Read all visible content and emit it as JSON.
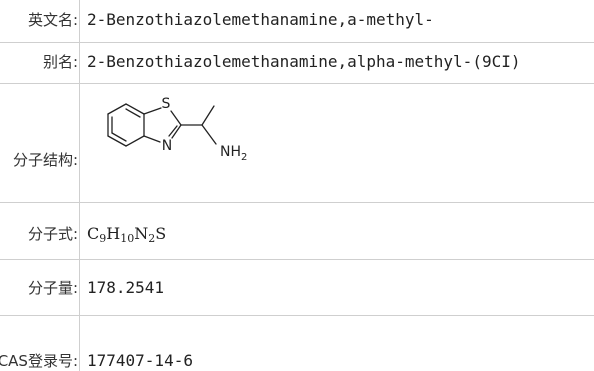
{
  "rows": [
    {
      "label": "英文名:",
      "value": "2-Benzothiazolemethanamine,a-methyl-"
    },
    {
      "label": "别名:",
      "value": "2-Benzothiazolemethanamine,alpha-methyl-(9CI)"
    },
    {
      "label": "分子结构:"
    },
    {
      "label": "分子式:"
    },
    {
      "label": "分子量:",
      "value": "178.2541"
    },
    {
      "label": "CAS登录号:",
      "value": "177407-14-6"
    }
  ],
  "formula": {
    "c": "C",
    "c_n": "9",
    "h": "H",
    "h_n": "10",
    "n": "N",
    "n_n": "2",
    "s": "S"
  },
  "structure": {
    "atom_s": "S",
    "atom_n": "N",
    "amine": "NH",
    "amine_sub": "2"
  }
}
